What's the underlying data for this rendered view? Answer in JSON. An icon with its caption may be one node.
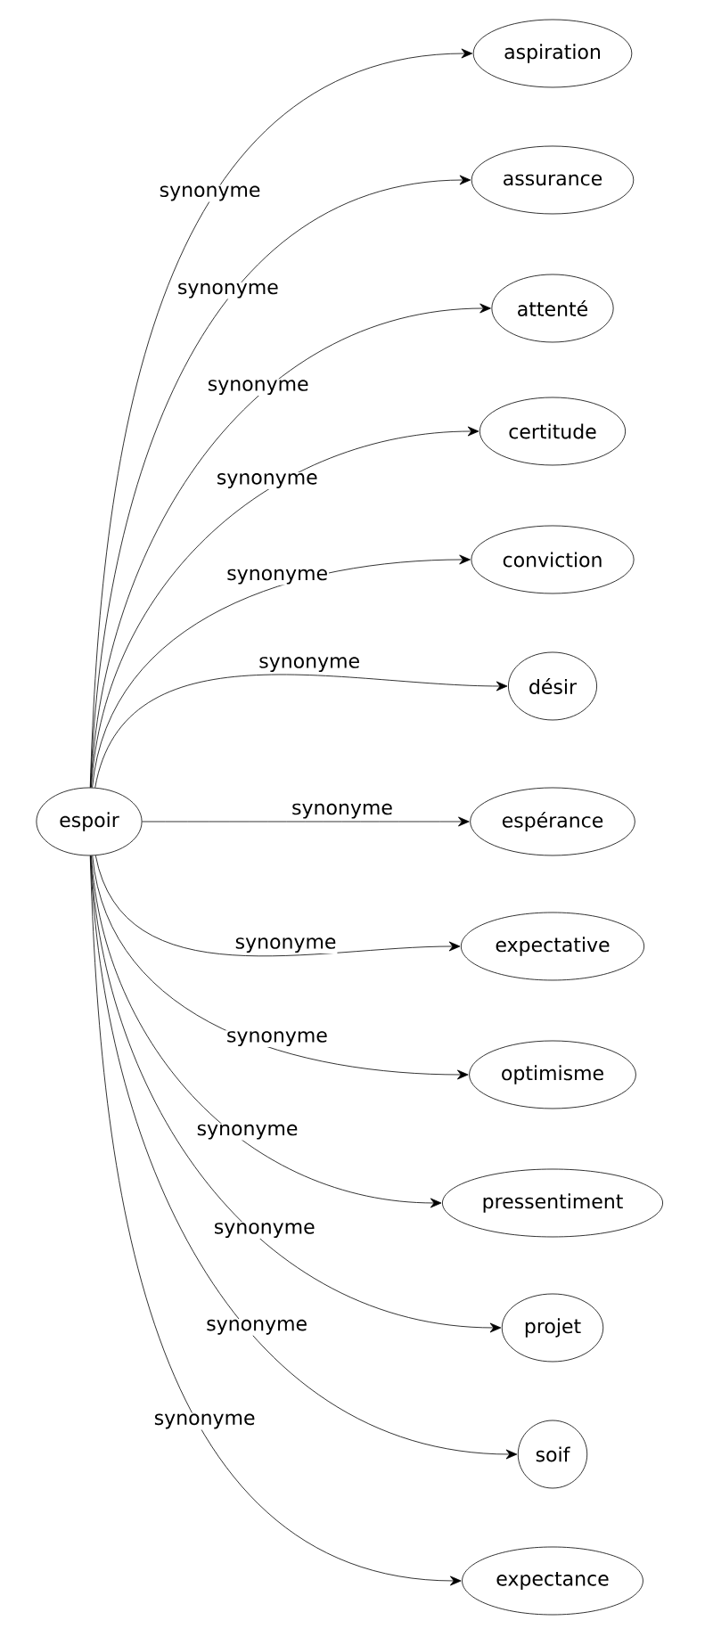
{
  "diagram": {
    "nodes": [
      {
        "text": [
          "espoir"
        ]
      },
      {
        "text": [
          "aspiration"
        ]
      },
      {
        "text": [
          "assurance"
        ]
      },
      {
        "text": [
          "attenté"
        ]
      },
      {
        "text": [
          "certitude"
        ]
      },
      {
        "text": [
          "conviction"
        ]
      },
      {
        "text": [
          "désir"
        ]
      },
      {
        "text": [
          "espérance"
        ]
      },
      {
        "text": [
          "expectative"
        ]
      },
      {
        "text": [
          "optimisme"
        ]
      },
      {
        "text": [
          "pressentiment"
        ]
      },
      {
        "text": [
          "projet"
        ]
      },
      {
        "text": [
          "soif"
        ]
      },
      {
        "text": [
          "expectance"
        ]
      }
    ],
    "edges": [
      {
        "from": 0,
        "to": 1,
        "arrow": "to",
        "label": "synonyme"
      },
      {
        "from": 0,
        "to": 2,
        "arrow": "to",
        "label": "synonyme"
      },
      {
        "from": 0,
        "to": 3,
        "arrow": "to",
        "label": "synonyme"
      },
      {
        "from": 0,
        "to": 4,
        "arrow": "to",
        "label": "synonyme"
      },
      {
        "from": 0,
        "to": 5,
        "arrow": "to",
        "label": "synonyme"
      },
      {
        "from": 0,
        "to": 6,
        "arrow": "to",
        "label": "synonyme"
      },
      {
        "from": 0,
        "to": 7,
        "arrow": "to",
        "label": "synonyme"
      },
      {
        "from": 0,
        "to": 8,
        "arrow": "to",
        "label": "synonyme"
      },
      {
        "from": 0,
        "to": 9,
        "arrow": "to",
        "label": "synonyme"
      },
      {
        "from": 0,
        "to": 10,
        "arrow": "to",
        "label": "synonyme"
      },
      {
        "from": 0,
        "to": 11,
        "arrow": "to",
        "label": "synonyme"
      },
      {
        "from": 0,
        "to": 12,
        "arrow": "to",
        "label": "synonyme"
      },
      {
        "from": 0,
        "to": 13,
        "arrow": "to",
        "label": "synonyme"
      }
    ]
  }
}
